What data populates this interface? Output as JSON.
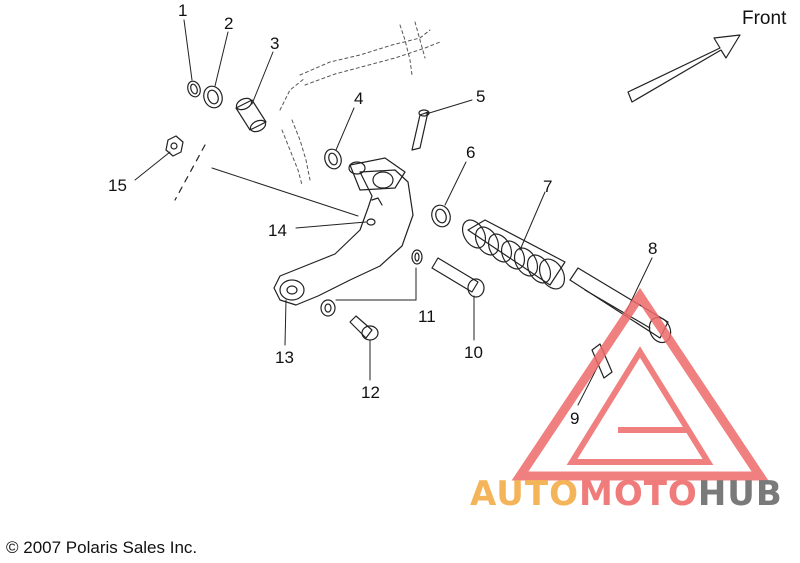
{
  "diagram": {
    "direction_label": "Front",
    "callouts": [
      {
        "id": "c1",
        "text": "1"
      },
      {
        "id": "c2",
        "text": "2"
      },
      {
        "id": "c3",
        "text": "3"
      },
      {
        "id": "c4",
        "text": "4"
      },
      {
        "id": "c5",
        "text": "5"
      },
      {
        "id": "c6",
        "text": "6"
      },
      {
        "id": "c7",
        "text": "7"
      },
      {
        "id": "c8",
        "text": "8"
      },
      {
        "id": "c9",
        "text": "9"
      },
      {
        "id": "c10",
        "text": "10"
      },
      {
        "id": "c11",
        "text": "11"
      },
      {
        "id": "c12",
        "text": "12"
      },
      {
        "id": "c13",
        "text": "13"
      },
      {
        "id": "c14",
        "text": "14"
      },
      {
        "id": "c15",
        "text": "15"
      }
    ],
    "copyright": "© 2007 Polaris Sales Inc."
  },
  "watermark": {
    "part1": "AUTO",
    "part2": "MOTO",
    "part3": "HUB",
    "colors": {
      "auto": "#f4b45a",
      "moto": "#ef7b7b",
      "hub": "#7a7a7a",
      "triangle": "#ee6a6a"
    }
  }
}
